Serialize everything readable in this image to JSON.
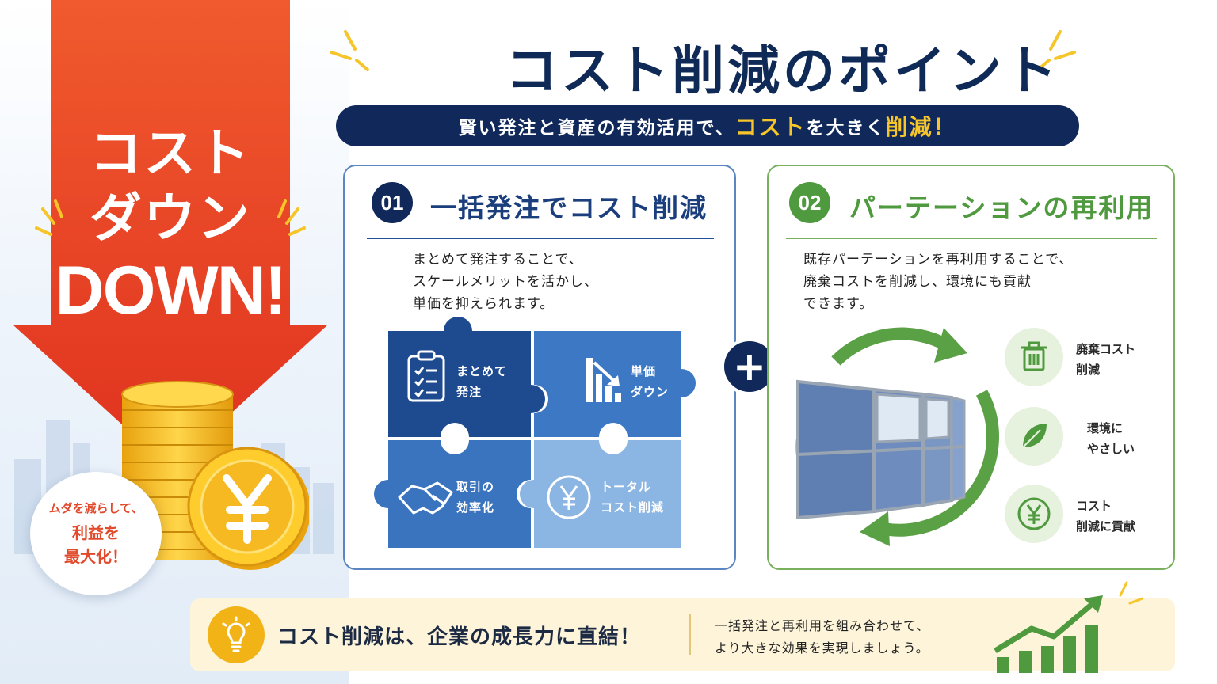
{
  "hero": {
    "arrow_line1": "コスト",
    "arrow_line2": "ダウン",
    "arrow_line3": "DOWN!",
    "bubble_line1": "ムダを減らして、",
    "bubble_line2": "利益を",
    "bubble_line3": "最大化！"
  },
  "header": {
    "title": "コスト削減のポイント",
    "subtitle_pre": "賢い発注と資産の有効活用で、",
    "subtitle_hl1": "コスト",
    "subtitle_mid": "を大きく",
    "subtitle_hl2": "削減！"
  },
  "panel1": {
    "number": "01",
    "title": "一括発注でコスト削減",
    "desc": [
      "まとめて発注することで、",
      "スケールメリットを活かし、",
      "単価を抑えられます。"
    ],
    "pieces": [
      {
        "line1": "まとめて",
        "line2": "発注",
        "icon": "clipboard-icon"
      },
      {
        "line1": "単価",
        "line2": "ダウン",
        "icon": "bar-chart-down-icon"
      },
      {
        "line1": "取引の",
        "line2": "効率化",
        "icon": "handshake-icon"
      },
      {
        "line1": "トータル",
        "line2": "コスト削減",
        "icon": "yen-icon"
      }
    ],
    "plus_symbol": "+"
  },
  "panel2": {
    "number": "02",
    "title": "パーテーションの再利用",
    "desc": [
      "既存パーテーションを再利用することで、",
      "廃棄コストを削減し、環境にも貢献",
      "できます。"
    ],
    "benefits": [
      {
        "line1": "廃棄コスト",
        "line2": "削減",
        "icon": "trash-icon"
      },
      {
        "line1": "環境に",
        "line2": "やさしい",
        "icon": "leaf-icon"
      },
      {
        "line1": "コスト",
        "line2": "削減に貢献",
        "icon": "yen-icon"
      }
    ]
  },
  "footer": {
    "main": "コスト削減は、企業の成長力に直結！",
    "sub_line1": "一括発注と再利用を組み合わせて、",
    "sub_line2": "より大きな効果を実現しましょう。"
  },
  "colors": {
    "navy": "#11295a",
    "blue": "#1f4f96",
    "green": "#4f9a3e",
    "red": "#e8482b",
    "yellow": "#f6c52a"
  }
}
